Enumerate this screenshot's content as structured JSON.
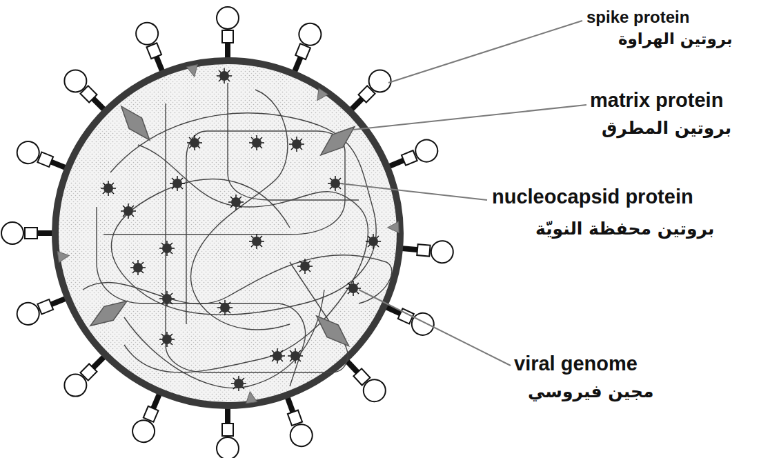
{
  "diagram": {
    "labels": [
      "spike protein",
      "بروتين الهراوة",
      "matrix protein",
      "بروتين المطرق",
      "nucleocapsid protein",
      "بروتين محفظة النويّة",
      "viral genome",
      "مجين فيروسي"
    ]
  }
}
